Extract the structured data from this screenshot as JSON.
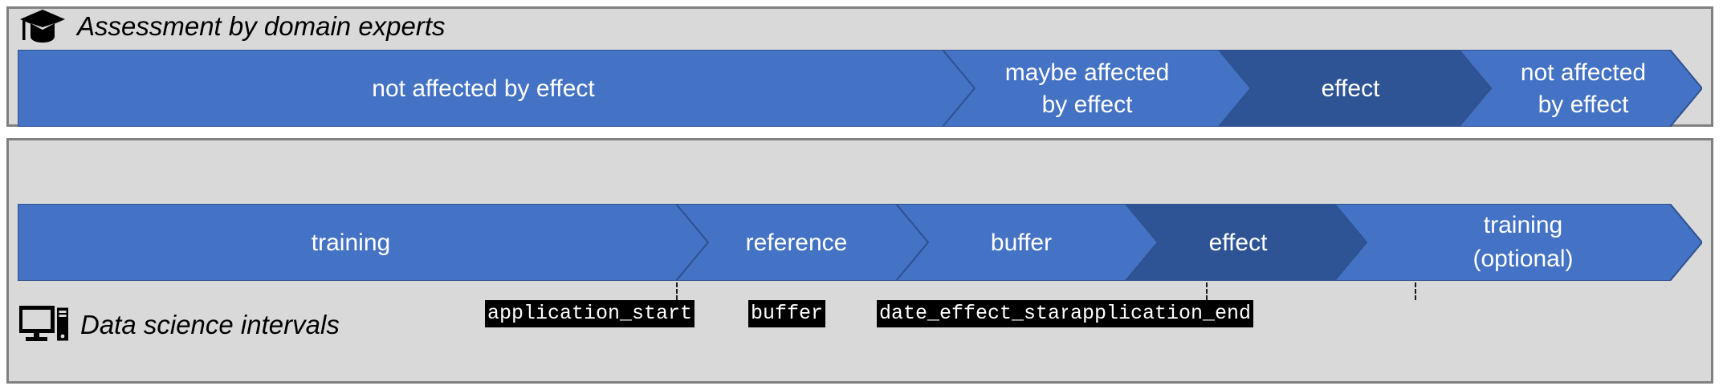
{
  "colors": {
    "panel_bg": "#d9d9d9",
    "panel_border": "#808080",
    "blue_light": "#4472c4",
    "blue_dark": "#2e5496",
    "chevron_stroke": "#2f528f",
    "chip_bg": "#000000",
    "chip_fg": "#ffffff",
    "page_bg": "#ffffff"
  },
  "panels": {
    "expert": {
      "caption": "Assessment by domain experts",
      "icon": "graduation-cap-icon",
      "segments": [
        {
          "label": "not affected by effect",
          "lines": [
            "not affected by effect"
          ],
          "shade": "light"
        },
        {
          "label": "maybe affected by effect",
          "lines": [
            "maybe affected",
            "by effect"
          ],
          "shade": "light"
        },
        {
          "label": "effect",
          "lines": [
            "effect"
          ],
          "shade": "dark"
        },
        {
          "label": "not affected by effect",
          "lines": [
            "not affected",
            "by effect"
          ],
          "shade": "light"
        }
      ]
    },
    "datascience": {
      "caption": "Data science intervals",
      "icon": "desktop-computer-icon",
      "segments": [
        {
          "label": "training",
          "lines": [
            "training"
          ],
          "shade": "light"
        },
        {
          "label": "reference",
          "lines": [
            "reference"
          ],
          "shade": "light"
        },
        {
          "label": "buffer",
          "lines": [
            "buffer"
          ],
          "shade": "light"
        },
        {
          "label": "effect",
          "lines": [
            "effect"
          ],
          "shade": "dark"
        },
        {
          "label": "training (optional)",
          "lines": [
            "training",
            "(optional)"
          ],
          "shade": "light"
        }
      ],
      "markers": [
        {
          "code": "application_start"
        },
        {
          "code": "buffer"
        },
        {
          "code": "date_effect_start"
        },
        {
          "code": "application_end"
        }
      ]
    }
  }
}
